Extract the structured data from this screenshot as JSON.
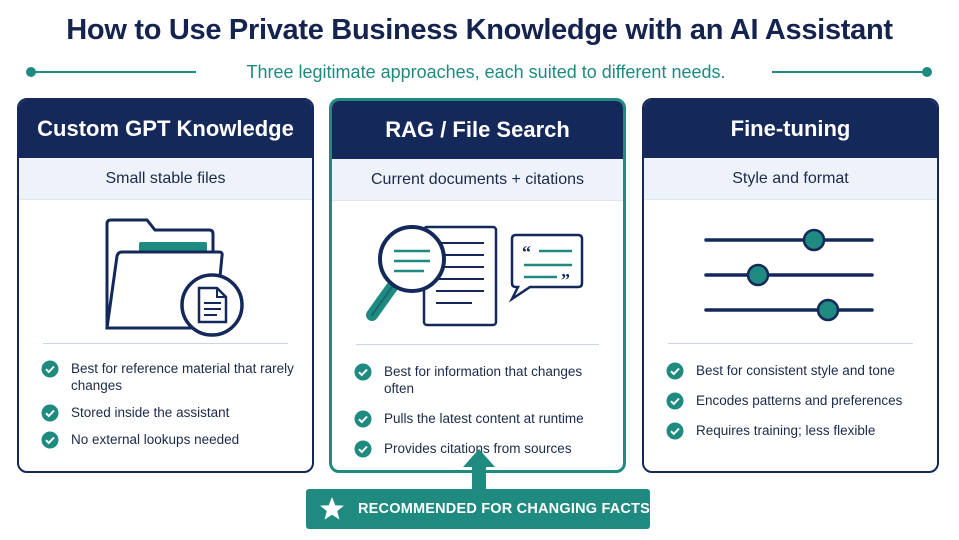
{
  "title": "How to Use Private Business Knowledge with an AI Assistant",
  "subtitle": "Three legitimate approaches, each suited to different needs.",
  "colors": {
    "navy": "#15285a",
    "teal": "#1f8a80",
    "light": "#eef3fb"
  },
  "cards": [
    {
      "title": "Custom GPT Knowledge",
      "subtitle": "Small stable files",
      "icon": "folder-document-icon",
      "bullets": [
        "Best for reference material that rarely changes",
        "Stored inside the assistant",
        "No external lookups needed"
      ]
    },
    {
      "title": "RAG / File Search",
      "subtitle": "Current documents + citations",
      "icon": "magnifier-document-quote-icon",
      "bullets": [
        "Best for information that changes often",
        "Pulls the latest content at runtime",
        "Provides citations from sources"
      ]
    },
    {
      "title": "Fine-tuning",
      "subtitle": "Style and format",
      "icon": "sliders-icon",
      "bullets": [
        "Best for consistent style and tone",
        "Encodes patterns and preferences",
        "Requires training; less flexible"
      ]
    }
  ],
  "badge": {
    "label": "RECOMMENDED FOR CHANGING FACTS",
    "icon": "star-icon"
  }
}
